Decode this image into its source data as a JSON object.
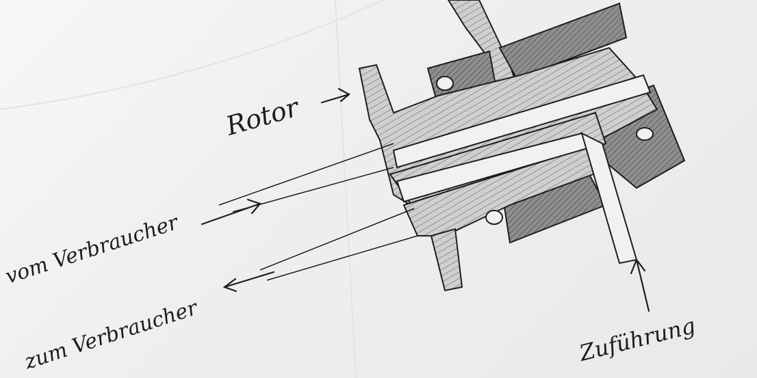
{
  "labels": {
    "rotor": "Rotor",
    "vom_verbraucher": "vom Verbraucher",
    "zum_verbraucher": "zum Verbraucher",
    "zufuhrung": "Zuführung"
  },
  "colors": {
    "ink": "#1d1d1d",
    "paper": "#f1f1ef",
    "hatch": "#555555",
    "dark_fill": "#8f8f8f",
    "light_fill": "#c9c9c9"
  }
}
